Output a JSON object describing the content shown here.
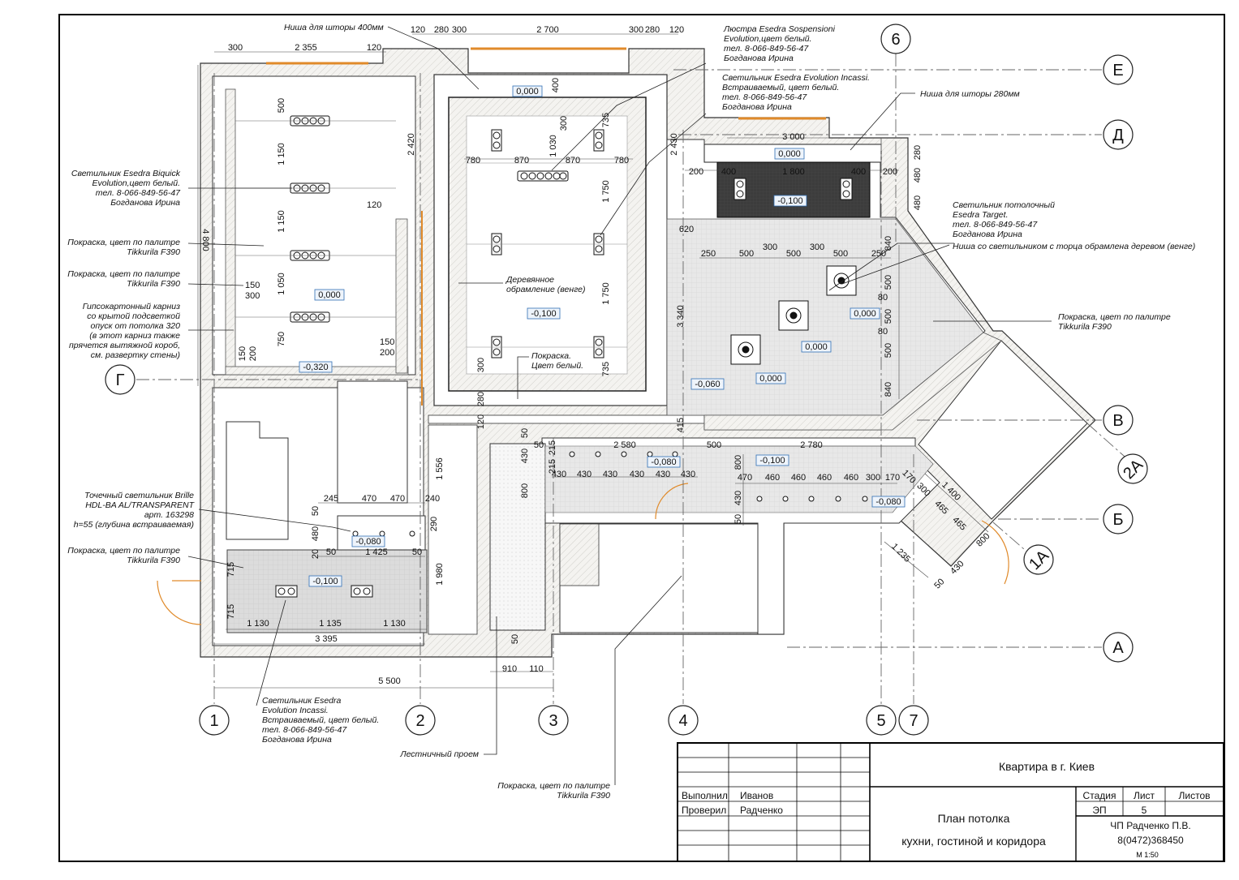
{
  "axes": {
    "vertical": [
      "1",
      "2",
      "3",
      "4",
      "5",
      "7",
      "6"
    ],
    "horizontal": [
      "Е",
      "Д",
      "Г",
      "В",
      "2А",
      "Б",
      "1А",
      "А"
    ]
  },
  "dims": {
    "top_left": [
      "300",
      "2 355",
      "120"
    ],
    "top_mid": [
      "120",
      "280",
      "300",
      "2 700",
      "300",
      "280",
      "120"
    ],
    "d_400": "400",
    "d_500": "500",
    "d_1150a": "1 150",
    "d_1150b": "1 150",
    "d_1050": "1 050",
    "d_750": "750",
    "d_4800": "4 800",
    "d_150a": "150",
    "d_300a": "300",
    "d_150b": "150",
    "d_200a": "200",
    "d_150c": "150",
    "d_200b": "200",
    "d_2420": "2 420",
    "d_120b": "120",
    "d_780a": "780",
    "d_870a": "870",
    "d_870b": "870",
    "d_780b": "780",
    "d_1030": "1 030",
    "d_300b": "300",
    "d_735a": "735",
    "d_1750a": "1 750",
    "d_1750b": "1 750",
    "d_735b": "735",
    "d_300c": "300",
    "d_280b": "280",
    "d_120c": "120",
    "d_2430": "2 430",
    "d_3000": "3 000",
    "d_200c": "200",
    "d_400b": "400",
    "d_1800": "1 800",
    "d_400c": "400",
    "d_200d": "200",
    "d_280c": "280",
    "d_480a": "480",
    "d_480b": "480",
    "d_620": "620",
    "row_250": [
      "250",
      "500",
      "300",
      "500",
      "300",
      "500",
      "250"
    ],
    "d_840a": "840",
    "d_500v1": "500",
    "d_80a": "80",
    "d_500v2": "500",
    "d_80b": "80",
    "d_500v3": "500",
    "d_840b": "840",
    "d_3340": "3 340",
    "d_415": "415",
    "d_50a": "50",
    "d_50b": "50",
    "d_215a": "215",
    "d_215b": "215",
    "d_2580": "2 580",
    "d_500h": "500",
    "d_2780": "2 780",
    "d_430v": "430",
    "row_430": [
      "430",
      "430",
      "430",
      "430",
      "430",
      "430"
    ],
    "d_800v": "800",
    "d_1556": "1 556",
    "d_800b": "800",
    "d_430b": "430",
    "d_50c": "50",
    "row_470": [
      "470",
      "460",
      "460",
      "460",
      "460",
      "300",
      "170"
    ],
    "diag_dims": [
      "170",
      "300",
      "465",
      "465"
    ],
    "d_1400": "1 400",
    "d_1235": "1 235",
    "d_800d": "800",
    "d_430d": "430",
    "d_50d": "50",
    "d_245": "245",
    "d_470a": "470",
    "d_470b": "470",
    "d_240": "240",
    "d_50e": "50",
    "d_290": "290",
    "d_480c": "480",
    "d_20": "20",
    "d_50f": "50",
    "d_1425": "1 425",
    "d_50g": "50",
    "d_715a": "715",
    "d_715b": "715",
    "d_1130a": "1 130",
    "d_1135": "1 135",
    "d_1130b": "1 130",
    "d_1980": "1 980",
    "d_3395": "3 395",
    "d_50h": "50",
    "d_910": "910",
    "d_110": "110",
    "d_5500": "5 500"
  },
  "levels": {
    "l_000_top": "0,000",
    "l_000_left": "0,000",
    "l_m0100_mid": "-0,100",
    "l_m0320": "-0,320",
    "l_000_niche": "0,000",
    "l_m0100_niche": "-0,100",
    "l_000_s1": "0,000",
    "l_000_s2": "0,000",
    "l_000_s3": "0,000",
    "l_m0060": "-0,060",
    "l_m0100_cor": "-0,100",
    "l_m0080_a": "-0,080",
    "l_m0080_b": "-0,080",
    "l_m0080_c": "-0,080",
    "l_m0100_bath": "-0,100"
  },
  "notes": {
    "curtain400": "Ниша для шторы 400мм",
    "lustra": [
      "Люстра Esedra Sospensioni",
      "Evolution,цвет белый.",
      "тел. 8-066-849-56-47",
      "Богданова Ирина"
    ],
    "incassi_top": [
      "Светильник Esedra Evolution Incassi.",
      "Встраиваемый, цвет белый.",
      "тел. 8-066-849-56-47",
      "Богданова Ирина"
    ],
    "curtain280": "Ниша для шторы 280мм",
    "biquick": [
      "Светильник Esedra Biquick",
      "Evolution,цвет белый.",
      "тел. 8-066-849-56-47",
      "Богданова Ирина"
    ],
    "paint1": [
      "Покраска, цвет по палитре",
      "Tikkurila F390"
    ],
    "paint2": [
      "Покраска, цвет по палитре",
      "Tikkurila F390"
    ],
    "cornice": [
      "Гипсокартонный карниз",
      "со крытой подсветкой",
      "опуск от потолка 320",
      "(в этот карниз также",
      "прячется вытяжной короб,",
      "см. развертку стены)"
    ],
    "wood": [
      "Деревянное",
      "обрамление (венге)"
    ],
    "paint_white": [
      "Покраска.",
      "Цвет белый."
    ],
    "target": [
      "Светильник потолочный",
      "Esedra Target.",
      "тел. 8-066-849-56-47",
      "Богданова Ирина"
    ],
    "niche_wood": "Ниша со светильником с торца обрамлена деревом (венге)",
    "paint3": [
      "Покраска, цвет по палитре",
      "Tikkurila F390"
    ],
    "brille": [
      "Точечный светильник Brille",
      "HDL-BA AL/TRANSPARENT",
      "арт. 163298",
      "h=55 (глубина встраиваемая)"
    ],
    "paint4": [
      "Покраска, цвет по палитре",
      "Tikkurila F390"
    ],
    "incassi_bottom": [
      "Светильник Esedra",
      "Evolution Incassi.",
      "Встраиваемый, цвет белый.",
      "тел. 8-066-849-56-47",
      "Богданова Ирина"
    ],
    "stair": "Лестничный проем",
    "paint5": [
      "Покраска, цвет по палитре",
      "Tikkurila F390"
    ]
  },
  "title_block": {
    "project": "Квартира в г. Киев",
    "row1_role": "Выполнил",
    "row1_name": "Иванов",
    "row2_role": "Проверил",
    "row2_name": "Радченко",
    "sheet_title_1": "План потолка",
    "sheet_title_2": "кухни, гостиной и коридора",
    "stage_h": "Стадия",
    "sheet_h": "Лист",
    "sheets_h": "Листов",
    "stage": "ЭП",
    "sheet": "5",
    "sheets": "",
    "company": "ЧП Радченко П.В.",
    "phone": "8(0472)368450",
    "scale": "М 1:50"
  },
  "colors": {
    "wall_fill": "#f0efec",
    "dark_ceiling": "#3a3a3a",
    "grid_ceiling": "#d9d9d9",
    "level_box": "#2f6fb5",
    "accent_orange": "#e08a2a"
  }
}
